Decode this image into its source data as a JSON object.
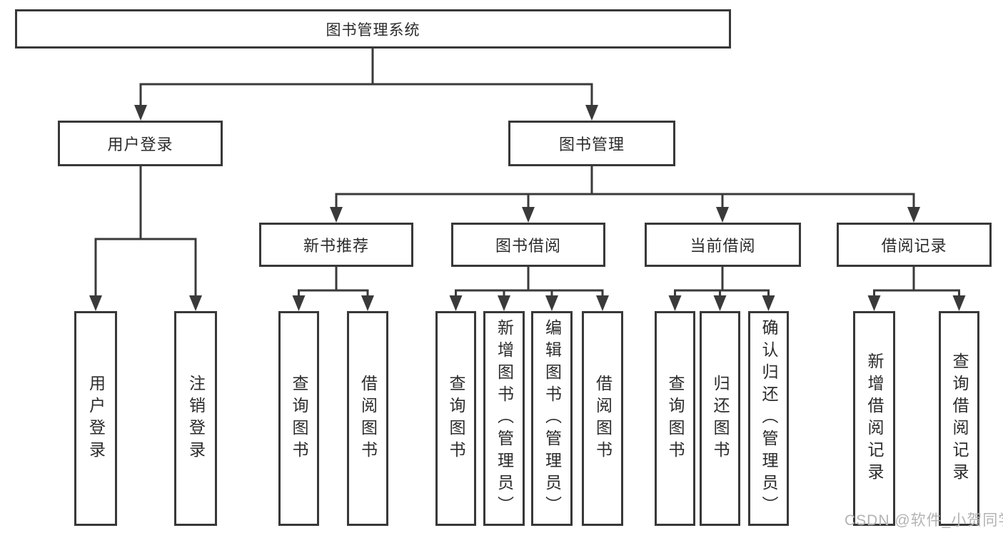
{
  "diagram": {
    "title": "图书管理系统",
    "level2": {
      "user_login": "用户登录",
      "book_mgmt": "图书管理"
    },
    "level3": {
      "new_book_rec": "新书推荐",
      "book_borrow": "图书借阅",
      "current_borrow": "当前借阅",
      "borrow_record": "借阅记录"
    },
    "leaves": {
      "user_login": "用户登录",
      "logout": "注销登录",
      "rec_query_books": "查询图书",
      "rec_borrow_books": "借阅图书",
      "bb_query_books": "查询图书",
      "bb_add_books_admin": "新增图书（管理员）",
      "bb_edit_books_admin": "编辑图书（管理员）",
      "bb_borrow_books": "借阅图书",
      "cb_query_books": "查询图书",
      "cb_return_books": "归还图书",
      "cb_confirm_return_admin": "确认归还（管理员）",
      "br_add_record": "新增借阅记录",
      "br_query_record": "查询借阅记录"
    }
  },
  "watermark": "CSDN @软件_小贺同学",
  "colors": {
    "line": "#3a3a3a",
    "border": "#383838",
    "text": "#2b2b2b",
    "watermark": "#b3b3b3",
    "background": "#ffffff"
  }
}
